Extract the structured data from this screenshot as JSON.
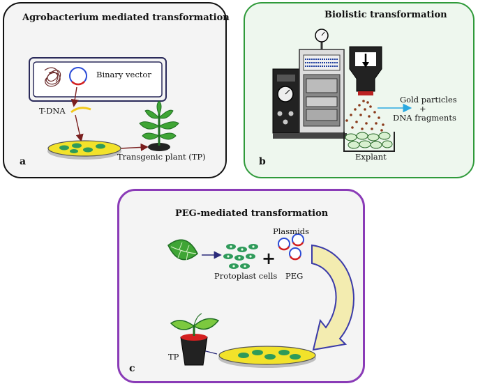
{
  "panels": {
    "a": {
      "title": "Agrobacterium mediated transformation",
      "letter": "a",
      "binary_vector": "Binary vector",
      "tdna": "T-DNA",
      "transgenic_plant": "Transgenic plant (TP)"
    },
    "b": {
      "title": "Biolistic transformation",
      "letter": "b",
      "gold_particles": "Gold particles",
      "plus": "+",
      "dna_fragments": "DNA fragments",
      "explant": "Explant"
    },
    "c": {
      "title": "PEG-mediated transformation",
      "letter": "c",
      "plasmids": "Plasmids",
      "protoplast_cells": "Protoplast cells",
      "peg": "PEG",
      "tp": "TP",
      "plus": "+"
    }
  },
  "colors": {
    "panel_a_border": "#111111",
    "panel_b_border": "#2f9a3a",
    "panel_c_border": "#8a3bb7",
    "petri_dish": "#f2e22a",
    "colony": "#2e9a5a",
    "leaf": "#3fa535",
    "plasmid_ring": "#2a4bd6",
    "tdna": "#f2c81a",
    "arrow": "#7a1f1f",
    "peg_arrow": "#f3ecb0"
  }
}
